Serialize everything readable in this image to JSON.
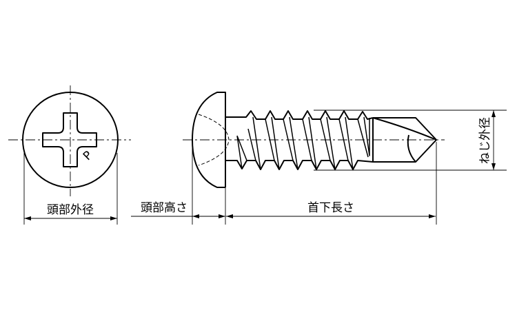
{
  "labels": {
    "head_diameter": "頭部外径",
    "head_height": "頭部高さ",
    "length_under_head": "首下長さ",
    "thread_diameter": "ねじ外径",
    "recess_mark": "P"
  },
  "colors": {
    "line": "#000000",
    "background": "#ffffff"
  }
}
